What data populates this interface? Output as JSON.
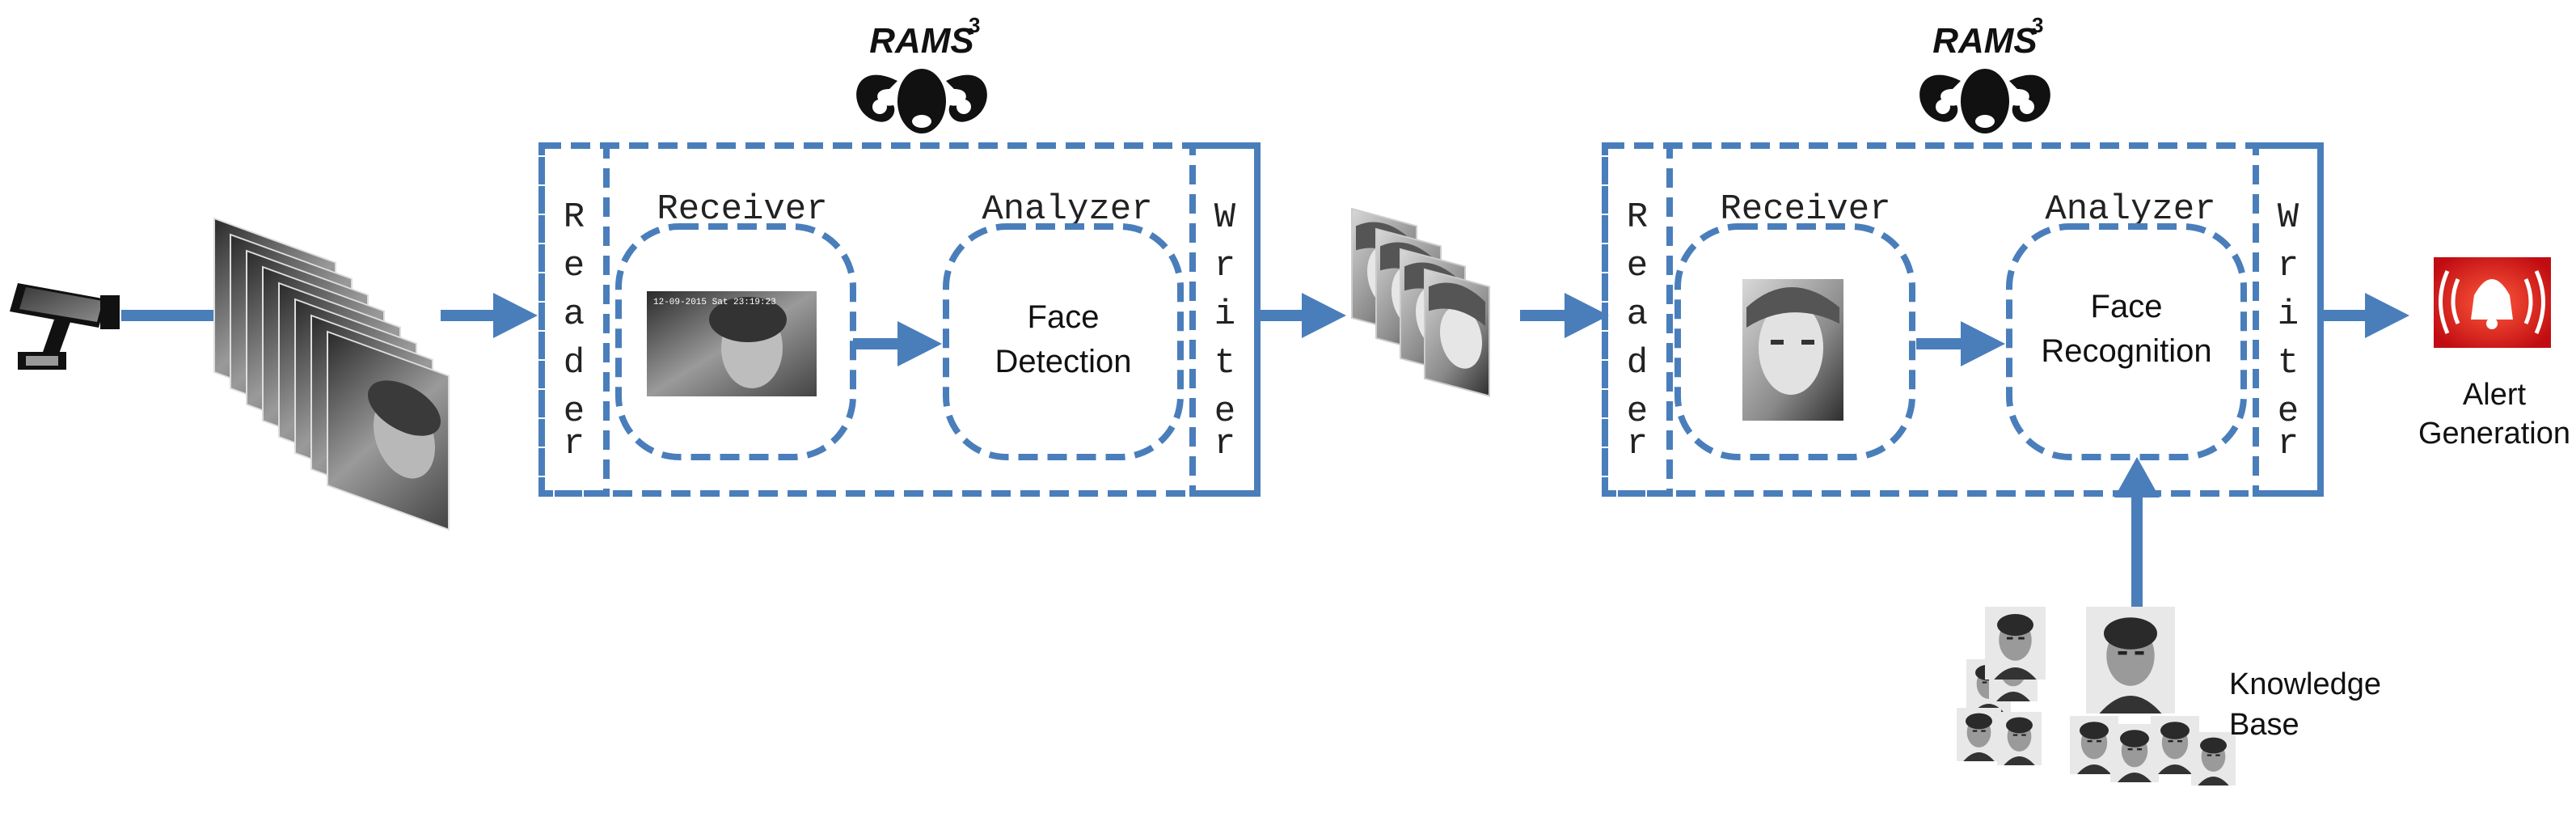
{
  "logo": {
    "text": "RAMS",
    "superscript": "3"
  },
  "pipeline1": {
    "reader": "Reader",
    "writer": "Writer",
    "receiver": "Receiver",
    "analyzer": "Analyzer",
    "analyzer_line1": "Face",
    "analyzer_line2": "Detection",
    "frame_timestamp": "12-09-2015 Sat 23:19:23"
  },
  "pipeline2": {
    "reader": "Reader",
    "writer": "Writer",
    "receiver": "Receiver",
    "analyzer": "Analyzer",
    "analyzer_line1": "Face",
    "analyzer_line2": "Recognition"
  },
  "alert": {
    "line1": "Alert",
    "line2": "Generation"
  },
  "knowledge_base": {
    "line1": "Knowledge",
    "line2": "Base"
  },
  "colors": {
    "accent": "#4a7ebb",
    "alert_red": "#e0141b"
  },
  "icons": [
    "cctv-camera-icon",
    "ram-logo-icon",
    "alarm-bell-icon"
  ]
}
